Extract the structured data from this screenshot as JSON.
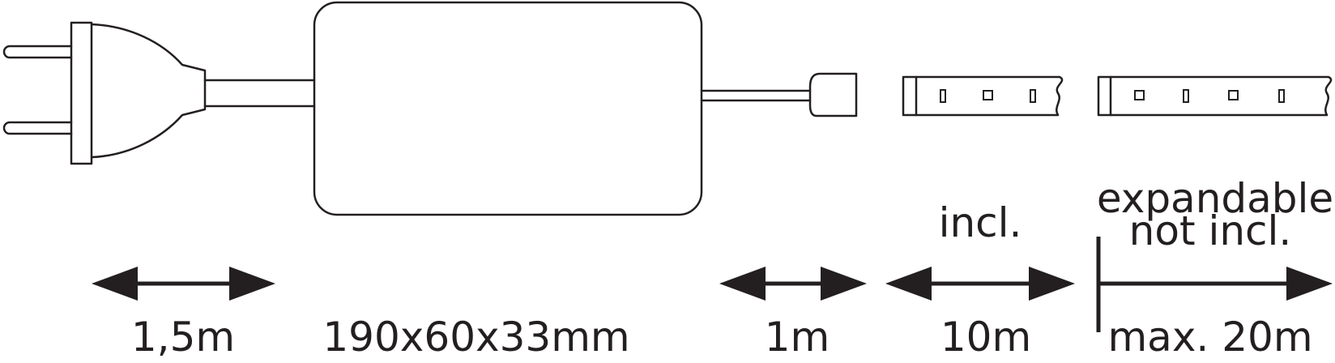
{
  "labels": {
    "plug_cable": "1,5m",
    "driver_size": "190x60x33mm",
    "connector_cable": "1m",
    "strip_length": "10m",
    "strip_status": "incl.",
    "extension_line1": "expandable",
    "extension_line2": "not incl.",
    "extension_length": "max. 20m"
  },
  "colors": {
    "line": "#231f20",
    "background": "#ffffff"
  },
  "icons": [
    "plug-icon",
    "power-supply-icon",
    "connector-icon",
    "led-strip-icon",
    "led-strip-extension-icon",
    "double-arrow-icon",
    "single-arrow-icon"
  ]
}
